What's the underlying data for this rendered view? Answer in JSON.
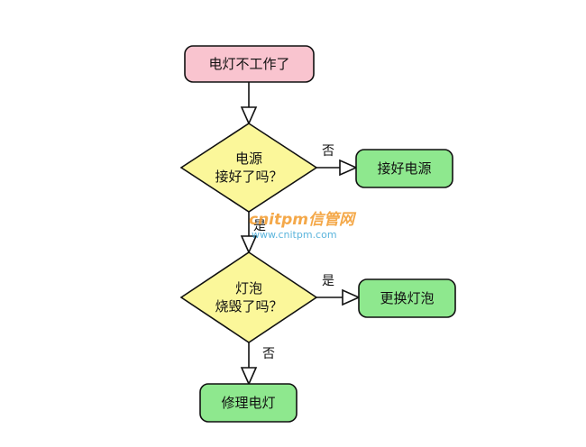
{
  "nodes": {
    "start": "电灯不工作了",
    "decision1_line1": "电源",
    "decision1_line2": "接好了吗？",
    "action1": "接好电源",
    "decision2_line1": "灯泡",
    "decision2_line2": "烧毁了吗？",
    "action2": "更换灯泡",
    "end": "修理电灯"
  },
  "edges": {
    "d1_no": "否",
    "d1_yes": "是",
    "d2_yes": "是",
    "d2_no": "否"
  },
  "watermark": {
    "logo": "cnitpm信管网",
    "url": "www.cnitpm.com"
  },
  "colors": {
    "start_fill": "#f9c4cf",
    "decision_fill": "#fbf79a",
    "action_fill": "#8ee88e",
    "stroke": "#111111"
  }
}
